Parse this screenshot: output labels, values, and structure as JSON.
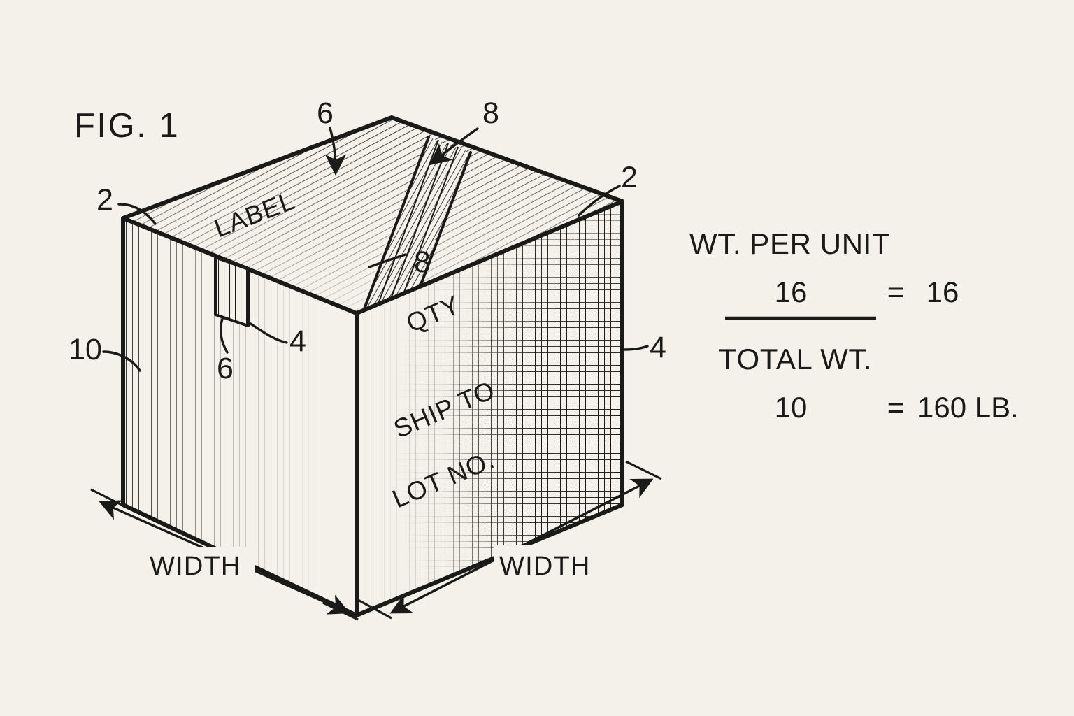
{
  "figure": {
    "label": "FIG. 1",
    "background_color": "#f4f1ea",
    "ink_color": "#1a1a18"
  },
  "box": {
    "top_face_text": "LABEL",
    "front_face_lines": [
      "QTY",
      "SHIP TO",
      "LOT NO."
    ]
  },
  "reference_numerals": {
    "top_flap_6": "6",
    "tape_8_top": "8",
    "tape_8_front": "8",
    "corner_2_left": "2",
    "corner_2_right": "2",
    "tab_4": "4",
    "tab_6": "6",
    "side_10": "10",
    "right_4": "4"
  },
  "dimensions": {
    "left_label": "WIDTH",
    "right_label": "WIDTH"
  },
  "formula": {
    "numerator_label": "WT. PER UNIT",
    "numerator_value": "16",
    "numerator_equals": "=",
    "numerator_result": "16",
    "denominator_label": "TOTAL WT.",
    "denominator_value": "10",
    "denominator_equals": "=",
    "denominator_result": "160 LB."
  }
}
